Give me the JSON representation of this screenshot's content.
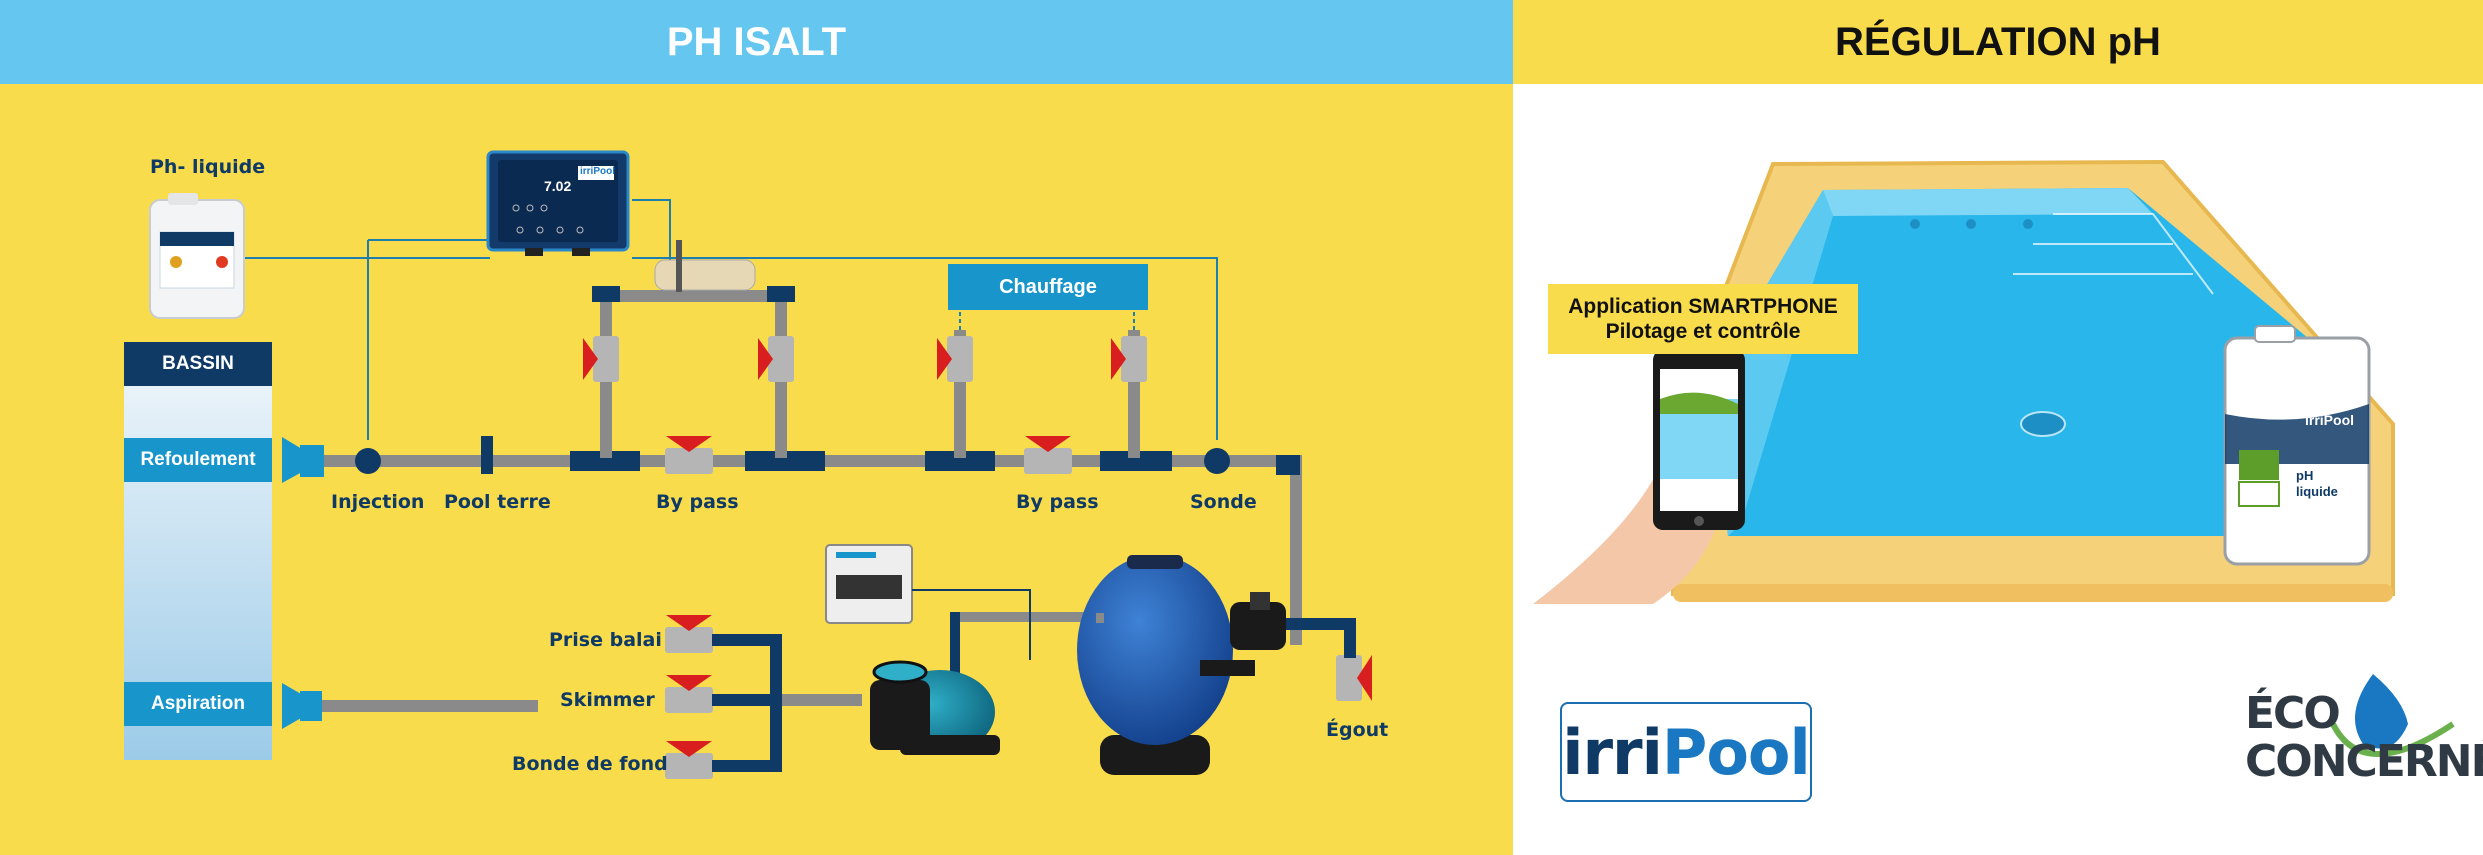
{
  "headers": {
    "left": "PH ISALT",
    "right": "RÉGULATION pH"
  },
  "left_diagram": {
    "ph_liquide_label": "Ph- liquide",
    "bassin": {
      "title": "BASSIN",
      "refoulement": "Refoulement",
      "aspiration": "Aspiration"
    },
    "labels": {
      "injection": "Injection",
      "pool_terre": "Pool terre",
      "by_pass_1": "By pass",
      "by_pass_2": "By pass",
      "sonde": "Sonde",
      "chauffage": "Chauffage",
      "prise_balai": "Prise balai",
      "skimmer": "Skimmer",
      "bonde_de_fond": "Bonde de fond",
      "egout": "Égout"
    },
    "controller": {
      "display_value": "7.02",
      "brand": "irriPool"
    }
  },
  "right_panel": {
    "app_line1": "Application SMARTPHONE",
    "app_line2": "Pilotage et contrôle",
    "canister_brand": "irriPool",
    "canister_line1": "pH",
    "canister_line2": "liquide"
  },
  "logos": {
    "irripool_part1": "irri",
    "irripool_part2": "Pool",
    "eco_line1": "ÉCO",
    "eco_line2": "CONCERNÉ"
  },
  "colors": {
    "header_left": "#65c6ef",
    "header_right": "#f8dc4c",
    "panel_yellow": "#f8dc4c",
    "pipe_grey": "#8a8a8a",
    "pipe_navy": "#0f3a66",
    "pool_blue": "#29b6ea",
    "valve_red": "#d81e1e",
    "bassin_header": "#0f3a66",
    "bassin_label": "#1896cc"
  }
}
